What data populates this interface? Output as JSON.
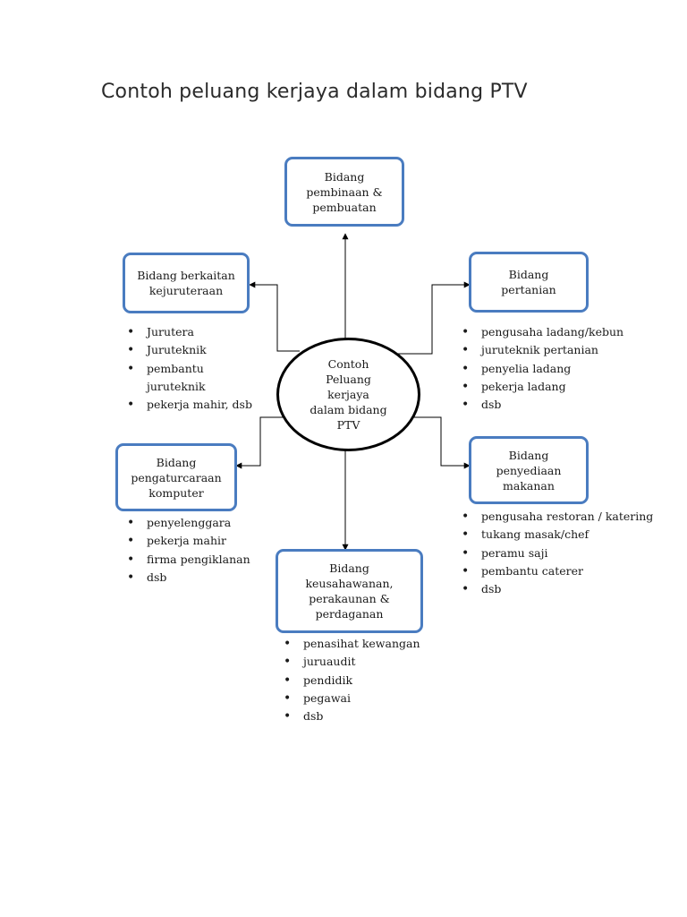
{
  "title": "Contoh peluang kerjaya dalam bidang PTV",
  "center": {
    "label": "Contoh\nPeluang\nkerjaya\ndalam bidang\nPTV"
  },
  "boxes": {
    "pembinaan": {
      "label": "Bidang\npembinaan &\npembuatan"
    },
    "kejuruteraan": {
      "label": "Bidang berkaitan\nkejuruteraan"
    },
    "pertanian": {
      "label": "Bidang\npertanian"
    },
    "pengaturcaraan": {
      "label": "Bidang\npengaturcaraan\nkomputer"
    },
    "penyediaan": {
      "label": "Bidang\npenyediaan\nmakanan"
    },
    "keusahawanan": {
      "label": "Bidang\nkeusahawanan,\nperakaunan &\nperdaganan"
    }
  },
  "lists": {
    "kejuruteraan": [
      "Jurutera",
      "Juruteknik",
      "pembantu juruteknik",
      "pekerja mahir, dsb"
    ],
    "pertanian": [
      "pengusaha ladang/kebun",
      "juruteknik pertanian",
      "penyelia ladang",
      "pekerja ladang",
      "dsb"
    ],
    "pengaturcaraan": [
      "penyelenggara",
      "pekerja mahir",
      "firma pengiklanan",
      "dsb"
    ],
    "penyediaan": [
      "pengusaha restoran / katering",
      "tukang masak/chef",
      "peramu saji",
      "pembantu caterer",
      "dsb"
    ],
    "keusahawanan": [
      "penasihat kewangan",
      "juruaudit",
      "pendidik",
      "pegawai",
      "dsb"
    ]
  },
  "colors": {
    "box_border": "#4a7cc0",
    "ellipse_border": "#000000",
    "connector": "#000000"
  }
}
